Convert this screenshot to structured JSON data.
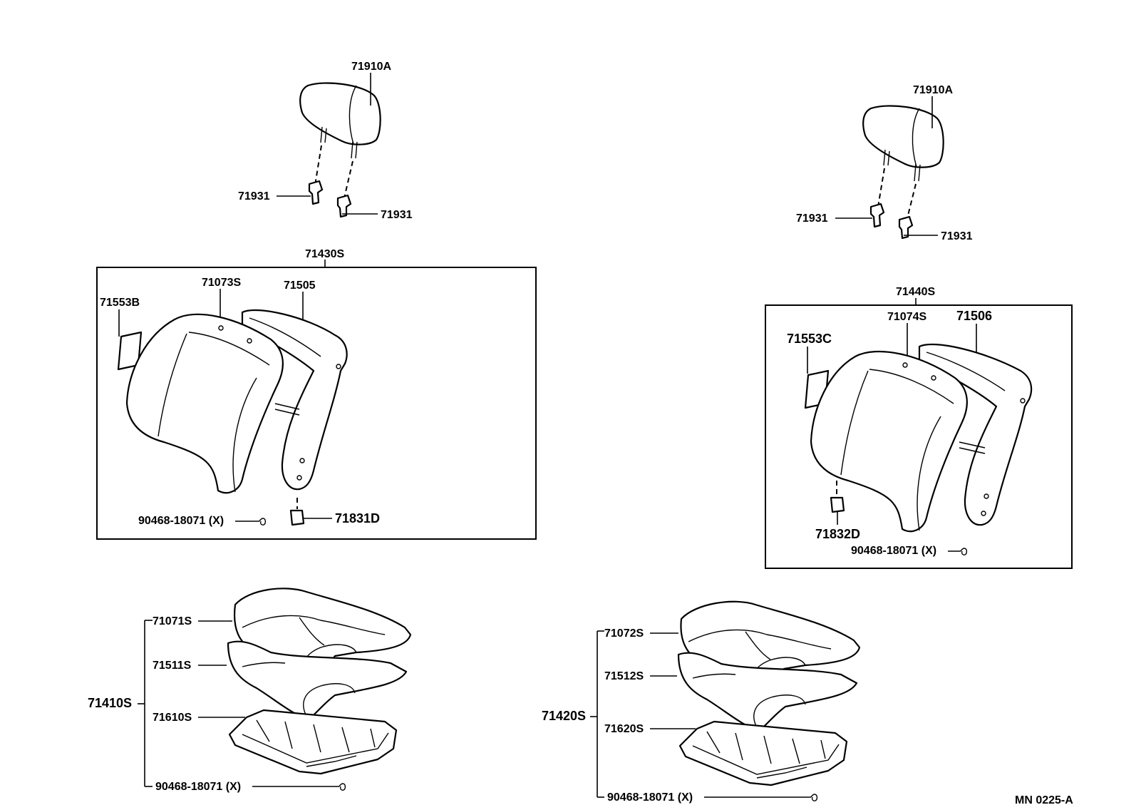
{
  "drawing_code": "MN 0225-A",
  "left_back": {
    "headrest": "71910A",
    "guide_left": "71931",
    "guide_right": "71931",
    "assembly": "71430S",
    "cover": "71073S",
    "frame": "71505",
    "pad": "71553B",
    "clip": "90468-18071 (X)",
    "cap": "71831D"
  },
  "right_back": {
    "headrest": "71910A",
    "guide_left": "71931",
    "guide_right": "71931",
    "assembly": "71440S",
    "cover": "71074S",
    "frame": "71506",
    "pad": "71553C",
    "cap": "71832D",
    "clip": "90468-18071 (X)"
  },
  "left_cushion": {
    "assembly": "71410S",
    "cover": "71071S",
    "pad": "71511S",
    "frame": "71610S",
    "clip": "90468-18071 (X)"
  },
  "right_cushion": {
    "assembly": "71420S",
    "cover": "71072S",
    "pad": "71512S",
    "frame": "71620S",
    "clip": "90468-18071 (X)"
  }
}
